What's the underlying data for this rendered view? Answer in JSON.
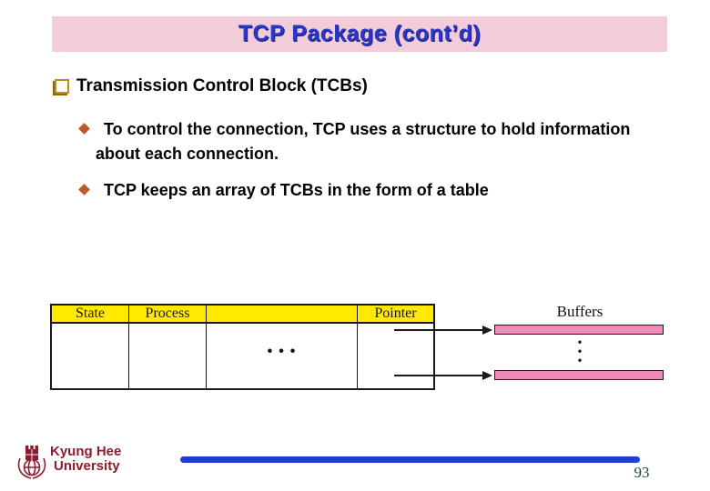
{
  "colors": {
    "title-bar-bg": "#f2ccd9",
    "title-text": "#2a36c5",
    "title-shadow": "#1a2380",
    "bullet-gold": "#bd8d1a",
    "bullet-gold-dark": "#8a6812",
    "diamond": "#c2582a",
    "table-yellow": "#ffe900",
    "buffer-pink": "#f08ab8",
    "maroon": "#8c1b2e",
    "footer-blue": "#1c41d0",
    "page-green": "#1e4a2f",
    "line": "#1a1a1a"
  },
  "title": {
    "text": "TCP Package (cont’d)"
  },
  "content": {
    "heading": "Transmission Control Block (TCBs)",
    "point1": "To control the connection, TCP uses a structure to hold information about each connection.",
    "point2": "TCP keeps an array of TCBs in the form of a table"
  },
  "diagram": {
    "headers": [
      "State",
      "Process",
      "",
      "Pointer"
    ],
    "row_ellipsis": "•••",
    "buffers_label": "Buffers",
    "vertical_ellipsis": "•\n•\n•"
  },
  "footer": {
    "org_line1": "Kyung Hee",
    "org_line2": "University",
    "page_number": "93"
  }
}
